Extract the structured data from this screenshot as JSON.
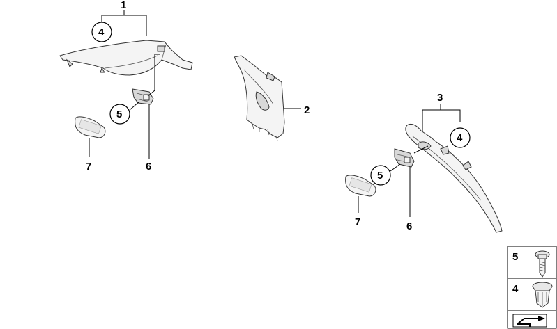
{
  "callouts": {
    "c1": "1",
    "c2": "2",
    "c3": "3",
    "c4a": "4",
    "c4b": "4",
    "c5a": "5",
    "c5b": "5",
    "c6a": "6",
    "c6b": "6",
    "c7a": "7",
    "c7b": "7"
  },
  "legend": {
    "item5": "5",
    "item4": "4"
  }
}
